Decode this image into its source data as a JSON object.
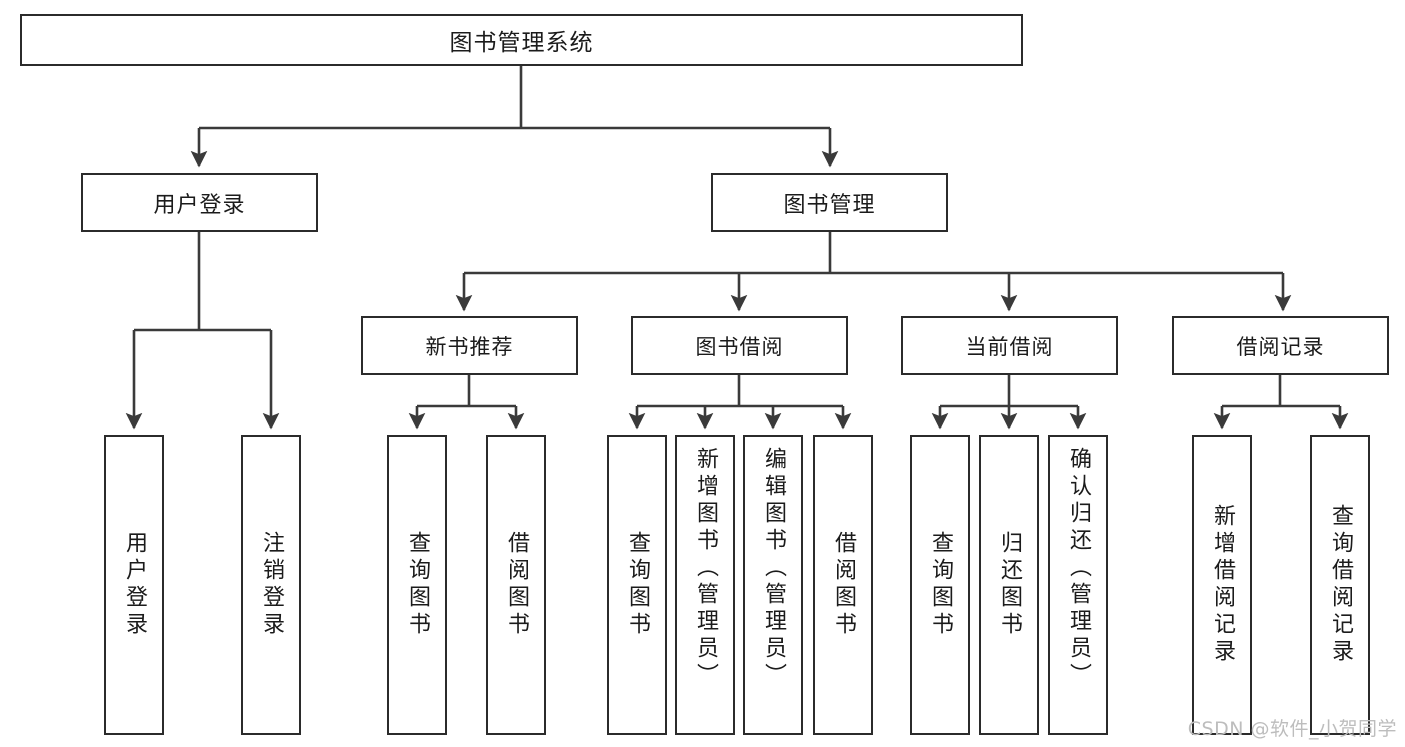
{
  "diagram": {
    "type": "org-tree",
    "title": "图书管理系统",
    "watermark": "CSDN @软件_小贺同学",
    "colors": {
      "box_border": "#2b2b2b",
      "box_fill": "#ffffff",
      "edge": "#3a3a3a",
      "text": "#1b1b1b",
      "watermark": "#bdbdbd",
      "background": "#ffffff"
    },
    "nodes": {
      "root": {
        "label": "图书管理系统"
      },
      "level1": [
        {
          "id": "user-login",
          "label": "用户登录"
        },
        {
          "id": "book-manage",
          "label": "图书管理"
        }
      ],
      "level2": [
        {
          "id": "new-book-rec",
          "label": "新书推荐"
        },
        {
          "id": "book-borrow",
          "label": "图书借阅"
        },
        {
          "id": "current-borrow",
          "label": "当前借阅"
        },
        {
          "id": "borrow-record",
          "label": "借阅记录"
        }
      ],
      "leaves": [
        {
          "id": "leaf-user-login",
          "label": "用户登录",
          "parent": "user-login"
        },
        {
          "id": "leaf-user-logout",
          "label": "注销登录",
          "parent": "user-login"
        },
        {
          "id": "leaf-query-book-rec",
          "label": "查询图书",
          "parent": "new-book-rec"
        },
        {
          "id": "leaf-borrow-book-rec",
          "label": "借阅图书",
          "parent": "new-book-rec"
        },
        {
          "id": "leaf-query-book-br",
          "label": "查询图书",
          "parent": "book-borrow"
        },
        {
          "id": "leaf-add-book-admin",
          "label": "新增图书（管理员）",
          "parent": "book-borrow"
        },
        {
          "id": "leaf-edit-book-admin",
          "label": "编辑图书（管理员）",
          "parent": "book-borrow"
        },
        {
          "id": "leaf-borrow-book-br",
          "label": "借阅图书",
          "parent": "book-borrow"
        },
        {
          "id": "leaf-query-book-cb",
          "label": "查询图书",
          "parent": "current-borrow"
        },
        {
          "id": "leaf-return-book",
          "label": "归还图书",
          "parent": "current-borrow"
        },
        {
          "id": "leaf-confirm-return",
          "label": "确认归还（管理员）",
          "parent": "current-borrow"
        },
        {
          "id": "leaf-add-borrow-record",
          "label": "新增借阅记录",
          "parent": "borrow-record"
        },
        {
          "id": "leaf-query-borrow-record",
          "label": "查询借阅记录",
          "parent": "borrow-record"
        }
      ]
    }
  }
}
